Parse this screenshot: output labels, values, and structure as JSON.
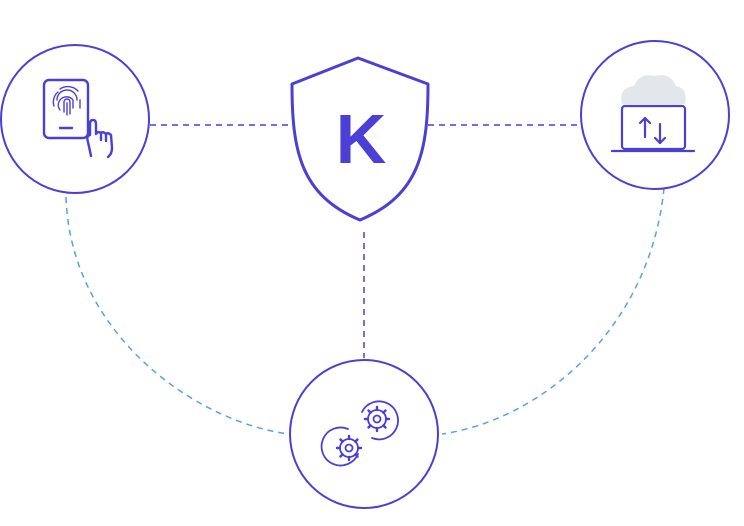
{
  "diagram": {
    "nodes": [
      {
        "id": "center",
        "icon": "shield-k-icon",
        "label": "K"
      },
      {
        "id": "left",
        "icon": "fingerprint-phone-icon"
      },
      {
        "id": "right",
        "icon": "cloud-laptop-sync-icon"
      },
      {
        "id": "bottom",
        "icon": "gears-icon"
      }
    ],
    "connections": [
      {
        "from": "left",
        "to": "center",
        "style": "dashed"
      },
      {
        "from": "center",
        "to": "right",
        "style": "dashed"
      },
      {
        "from": "center",
        "to": "bottom",
        "style": "dashed"
      },
      {
        "from": "left",
        "to": "bottom",
        "style": "dashed-curve"
      },
      {
        "from": "right",
        "to": "bottom",
        "style": "dashed-curve"
      }
    ],
    "colors": {
      "primary": "#4B3FD6",
      "curve": "#5AA0E6",
      "cloud": "#E3E7EC",
      "background": "#FFFFFF"
    }
  }
}
